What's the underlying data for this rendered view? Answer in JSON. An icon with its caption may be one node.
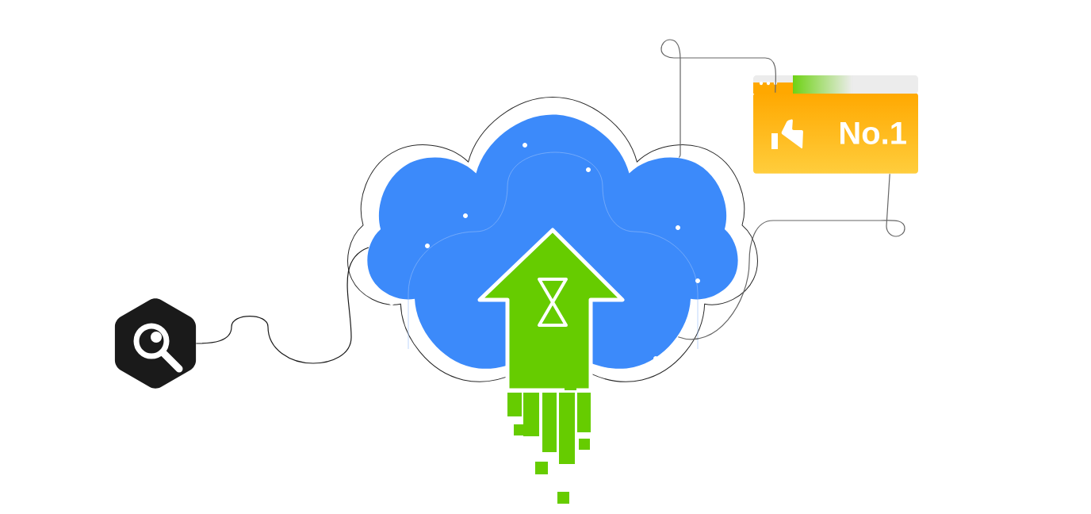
{
  "diagram": {
    "nodes": [
      {
        "text": [],
        "shape": "hexagon"
      },
      {
        "text": [],
        "shape": "cloud"
      },
      {
        "text": [
          "No.1"
        ]
      }
    ],
    "edges": [
      {
        "from": 0,
        "to": 1,
        "arrow": "none",
        "color": "#1a1a1a"
      },
      {
        "from": 1,
        "to": 2,
        "arrow": "none"
      },
      {
        "from": 1,
        "to": 2,
        "arrow": "none"
      }
    ]
  }
}
